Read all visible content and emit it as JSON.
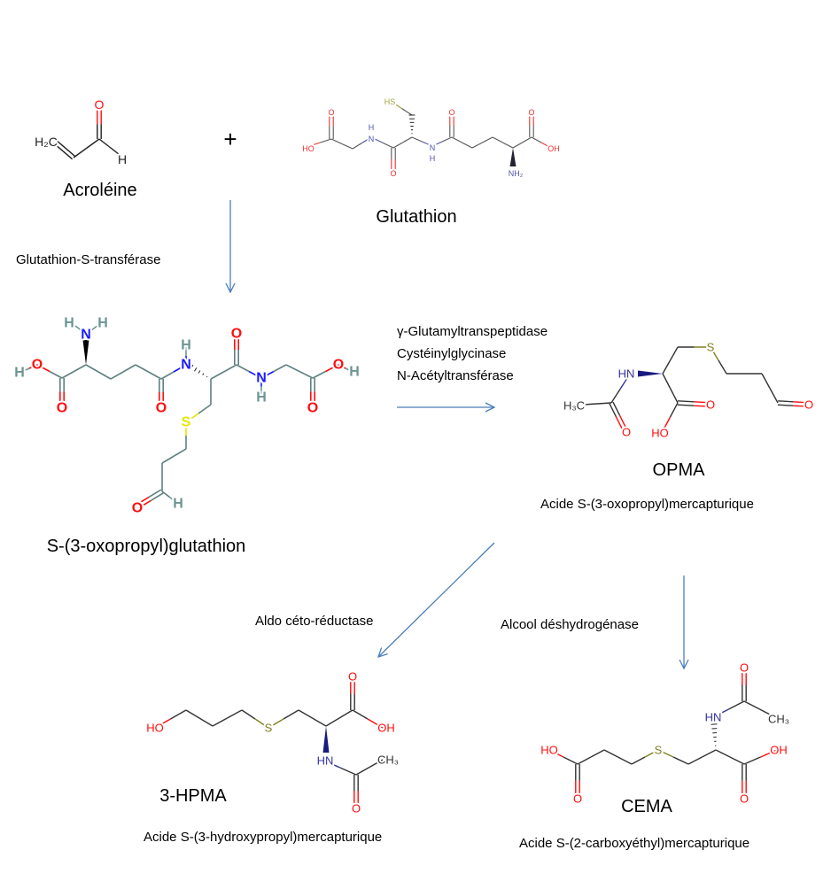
{
  "atoms": {
    "O": "O",
    "H": "H",
    "N": "N",
    "S": "S",
    "OH": "OH",
    "HO": "HO",
    "HS": "HS",
    "HN": "HN",
    "NH2": "NH₂",
    "H2C": "H₂C",
    "H3C": "H₃C",
    "CH3": "CH₃"
  },
  "molecules": {
    "acroleine": "Acroléine",
    "glutathion": "Glutathion",
    "oxopropyl_glutathion": "S-(3-oxopropyl)glutathion",
    "opma": "OPMA",
    "opma_full": "Acide S-(3-oxopropyl)mercapturique",
    "hpma": "3-HPMA",
    "hpma_full": "Acide S-(3-hydroxypropyl)mercapturique",
    "cema": "CEMA",
    "cema_full": "Acide S-(2-carboxyéthyl)mercapturique"
  },
  "plus": "+",
  "enzymes": {
    "gst": "Glutathion-S-transférase",
    "ggt": "γ-Glutamyltranspeptidase",
    "cg": "Cystéinylglycinase",
    "nat": "N-Acétyltransférase",
    "akr": "Aldo céto-réductase",
    "adh": "Alcool déshydrogénase"
  },
  "colors": {
    "arrow": "#4a7ebb",
    "oxygen": "#ff0d0d",
    "nitrogen": "#3333a0",
    "sulfur": "#8a8a2a"
  }
}
